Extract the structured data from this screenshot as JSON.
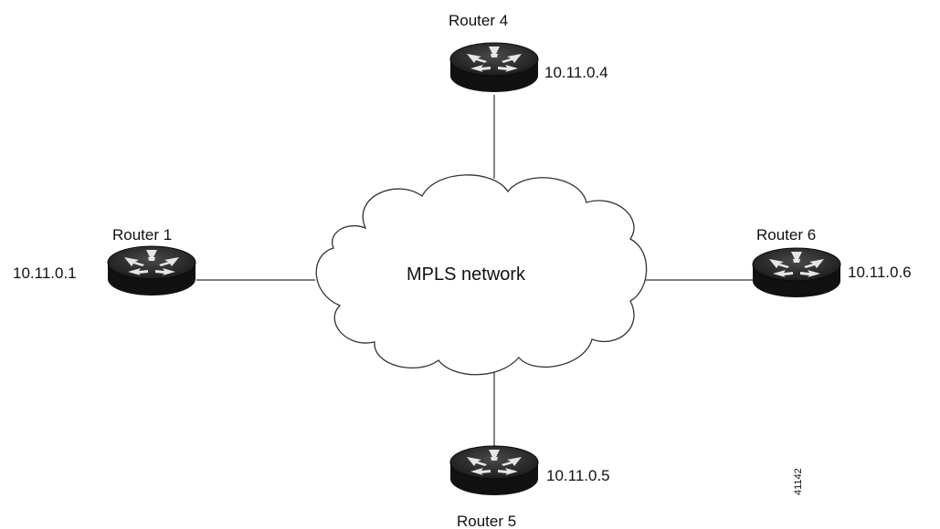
{
  "cloud": {
    "label": "MPLS network"
  },
  "routers": [
    {
      "id": "router-4",
      "name": "Router 4",
      "ip": "10.11.0.4"
    },
    {
      "id": "router-1",
      "name": "Router 1",
      "ip": "10.11.0.1"
    },
    {
      "id": "router-6",
      "name": "Router 6",
      "ip": "10.11.0.6"
    },
    {
      "id": "router-5",
      "name": "Router 5",
      "ip": "10.11.0.5"
    }
  ],
  "figure_id": "41142",
  "colors": {
    "router_body": "#1a1a1a",
    "router_top": "#2e2e2e",
    "arrows": "#e8e8e8",
    "lines": "#333333"
  },
  "icons": {
    "router": "router-icon",
    "cloud": "cloud-icon"
  }
}
